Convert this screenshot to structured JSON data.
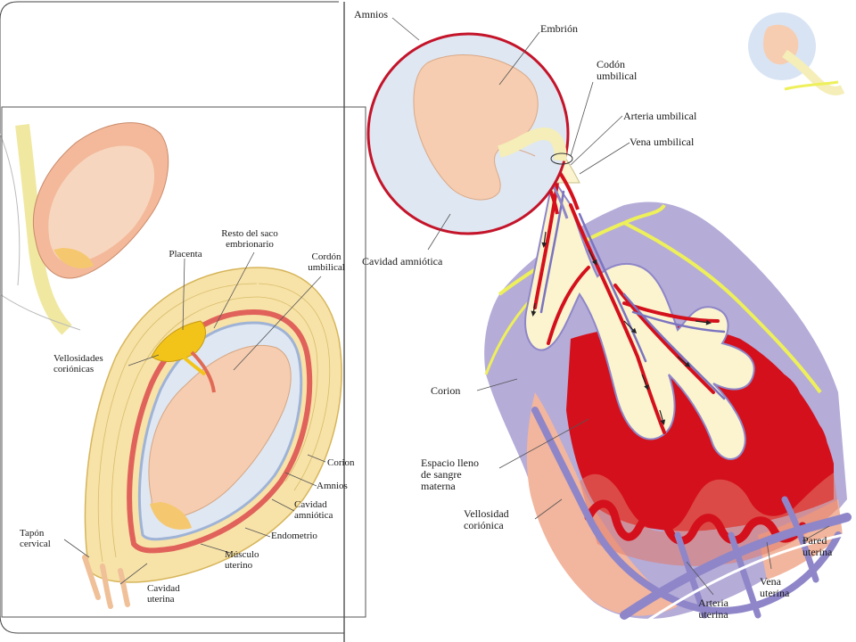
{
  "left_panel": {
    "labels": {
      "resto_saco": "Resto del saco\nembrionario",
      "placenta": "Placenta",
      "cordon_umbilical": "Cordón\numbilical",
      "vellosidades": "Vellosidades\ncoriónicas",
      "corion": "Corion",
      "amnios": "Amnios",
      "cavidad_amniotica": "Cavidad\namniótica",
      "endometrio": "Endometrio",
      "musculo_uterino": "Músculo\nuterino",
      "tapon_cervical": "Tapón\ncervical",
      "cavidad_uterina": "Cavidad\nuterina"
    }
  },
  "right_panel": {
    "labels": {
      "amnios": "Amnios",
      "embrion": "Embrión",
      "codon_umbilical": "Codón\numbilical",
      "arteria_umbilical": "Arteria umbilical",
      "vena_umbilical": "Vena umbilical",
      "cavidad_amniotica": "Cavidad amniótica",
      "corion": "Corion",
      "espacio_lleno": "Espacio lleno\nde sangre\nmaterna",
      "vellosidad_corionica": "Vellosidad\ncoriónica",
      "pared_uterina": "Pared\nuterina",
      "vena_uterina": "Vena\nuterina",
      "arteria_uterina": "Arteria\nuterina"
    }
  },
  "colors": {
    "blood_red": "#d4101c",
    "vein_purple": "#8e86c8",
    "tissue_purple": "#b5acd8",
    "skin": "#f6cdb0",
    "fluid": "#dfe7f2",
    "cord_cream": "#fbf4cf",
    "uterine_yellow": "#f4d98a",
    "chorion_yellow": "#eef05a",
    "placenta_yellow": "#f2c41a"
  }
}
